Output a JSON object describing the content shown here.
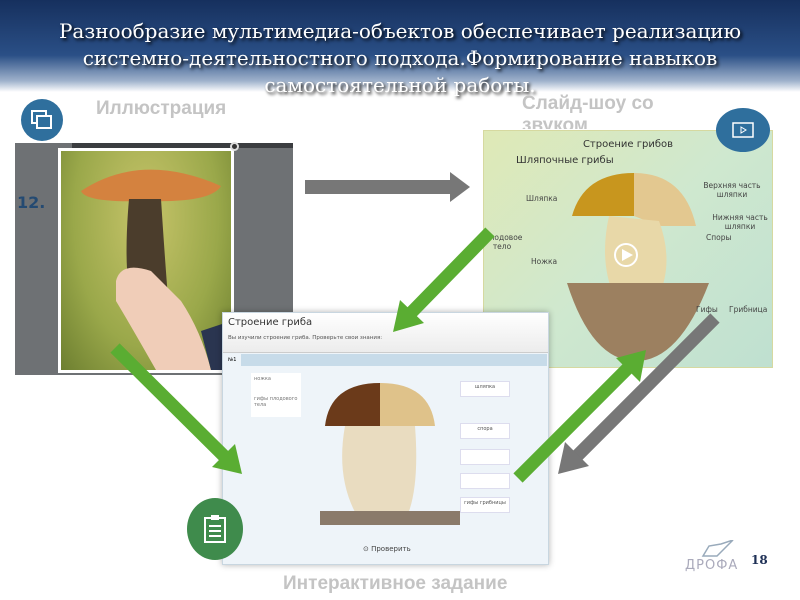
{
  "header": {
    "title": "Разнообразие мультимедиа-объектов обеспечивает реализацию системно-деятельностного подхода.Формирование навыков самостоятельной работы."
  },
  "illustration": {
    "label": "Иллюстрация",
    "icon": "photos-icon",
    "book_number": "12."
  },
  "slideshow": {
    "label": "Слайд-шоу со звуком",
    "icon": "video-icon",
    "title": "Строение грибов",
    "subtitle": "Шляпочные грибы",
    "labels": {
      "cap": "Шляпка",
      "fruit_body": "Плодовое тело",
      "stem": "Ножка",
      "upper_cap": "Верхняя часть шляпки",
      "lower_cap": "Нижняя часть шляпки",
      "spores": "Споры",
      "hyphae": "Гифы",
      "mycelium": "Грибница"
    }
  },
  "task": {
    "label": "Интерактивное задание",
    "icon": "clipboard-icon",
    "title": "Строение гриба",
    "subtitle": "Вы изучили строение гриба. Проверьте свои знания:",
    "tab": "№1",
    "options": [
      "ножка",
      "гифы плодового тела"
    ],
    "boxes": [
      "шляпка",
      "спора",
      "",
      "",
      "гифы грибницы"
    ],
    "check_label": "Проверить"
  },
  "footer": {
    "logo": "ДРОФА",
    "page": "18"
  },
  "colors": {
    "header": "#1f3e72",
    "icon_blue": "#2f6f9d",
    "icon_green": "#3f8b4c",
    "arrow_green": "#5aad32",
    "arrow_gray": "#777777"
  }
}
